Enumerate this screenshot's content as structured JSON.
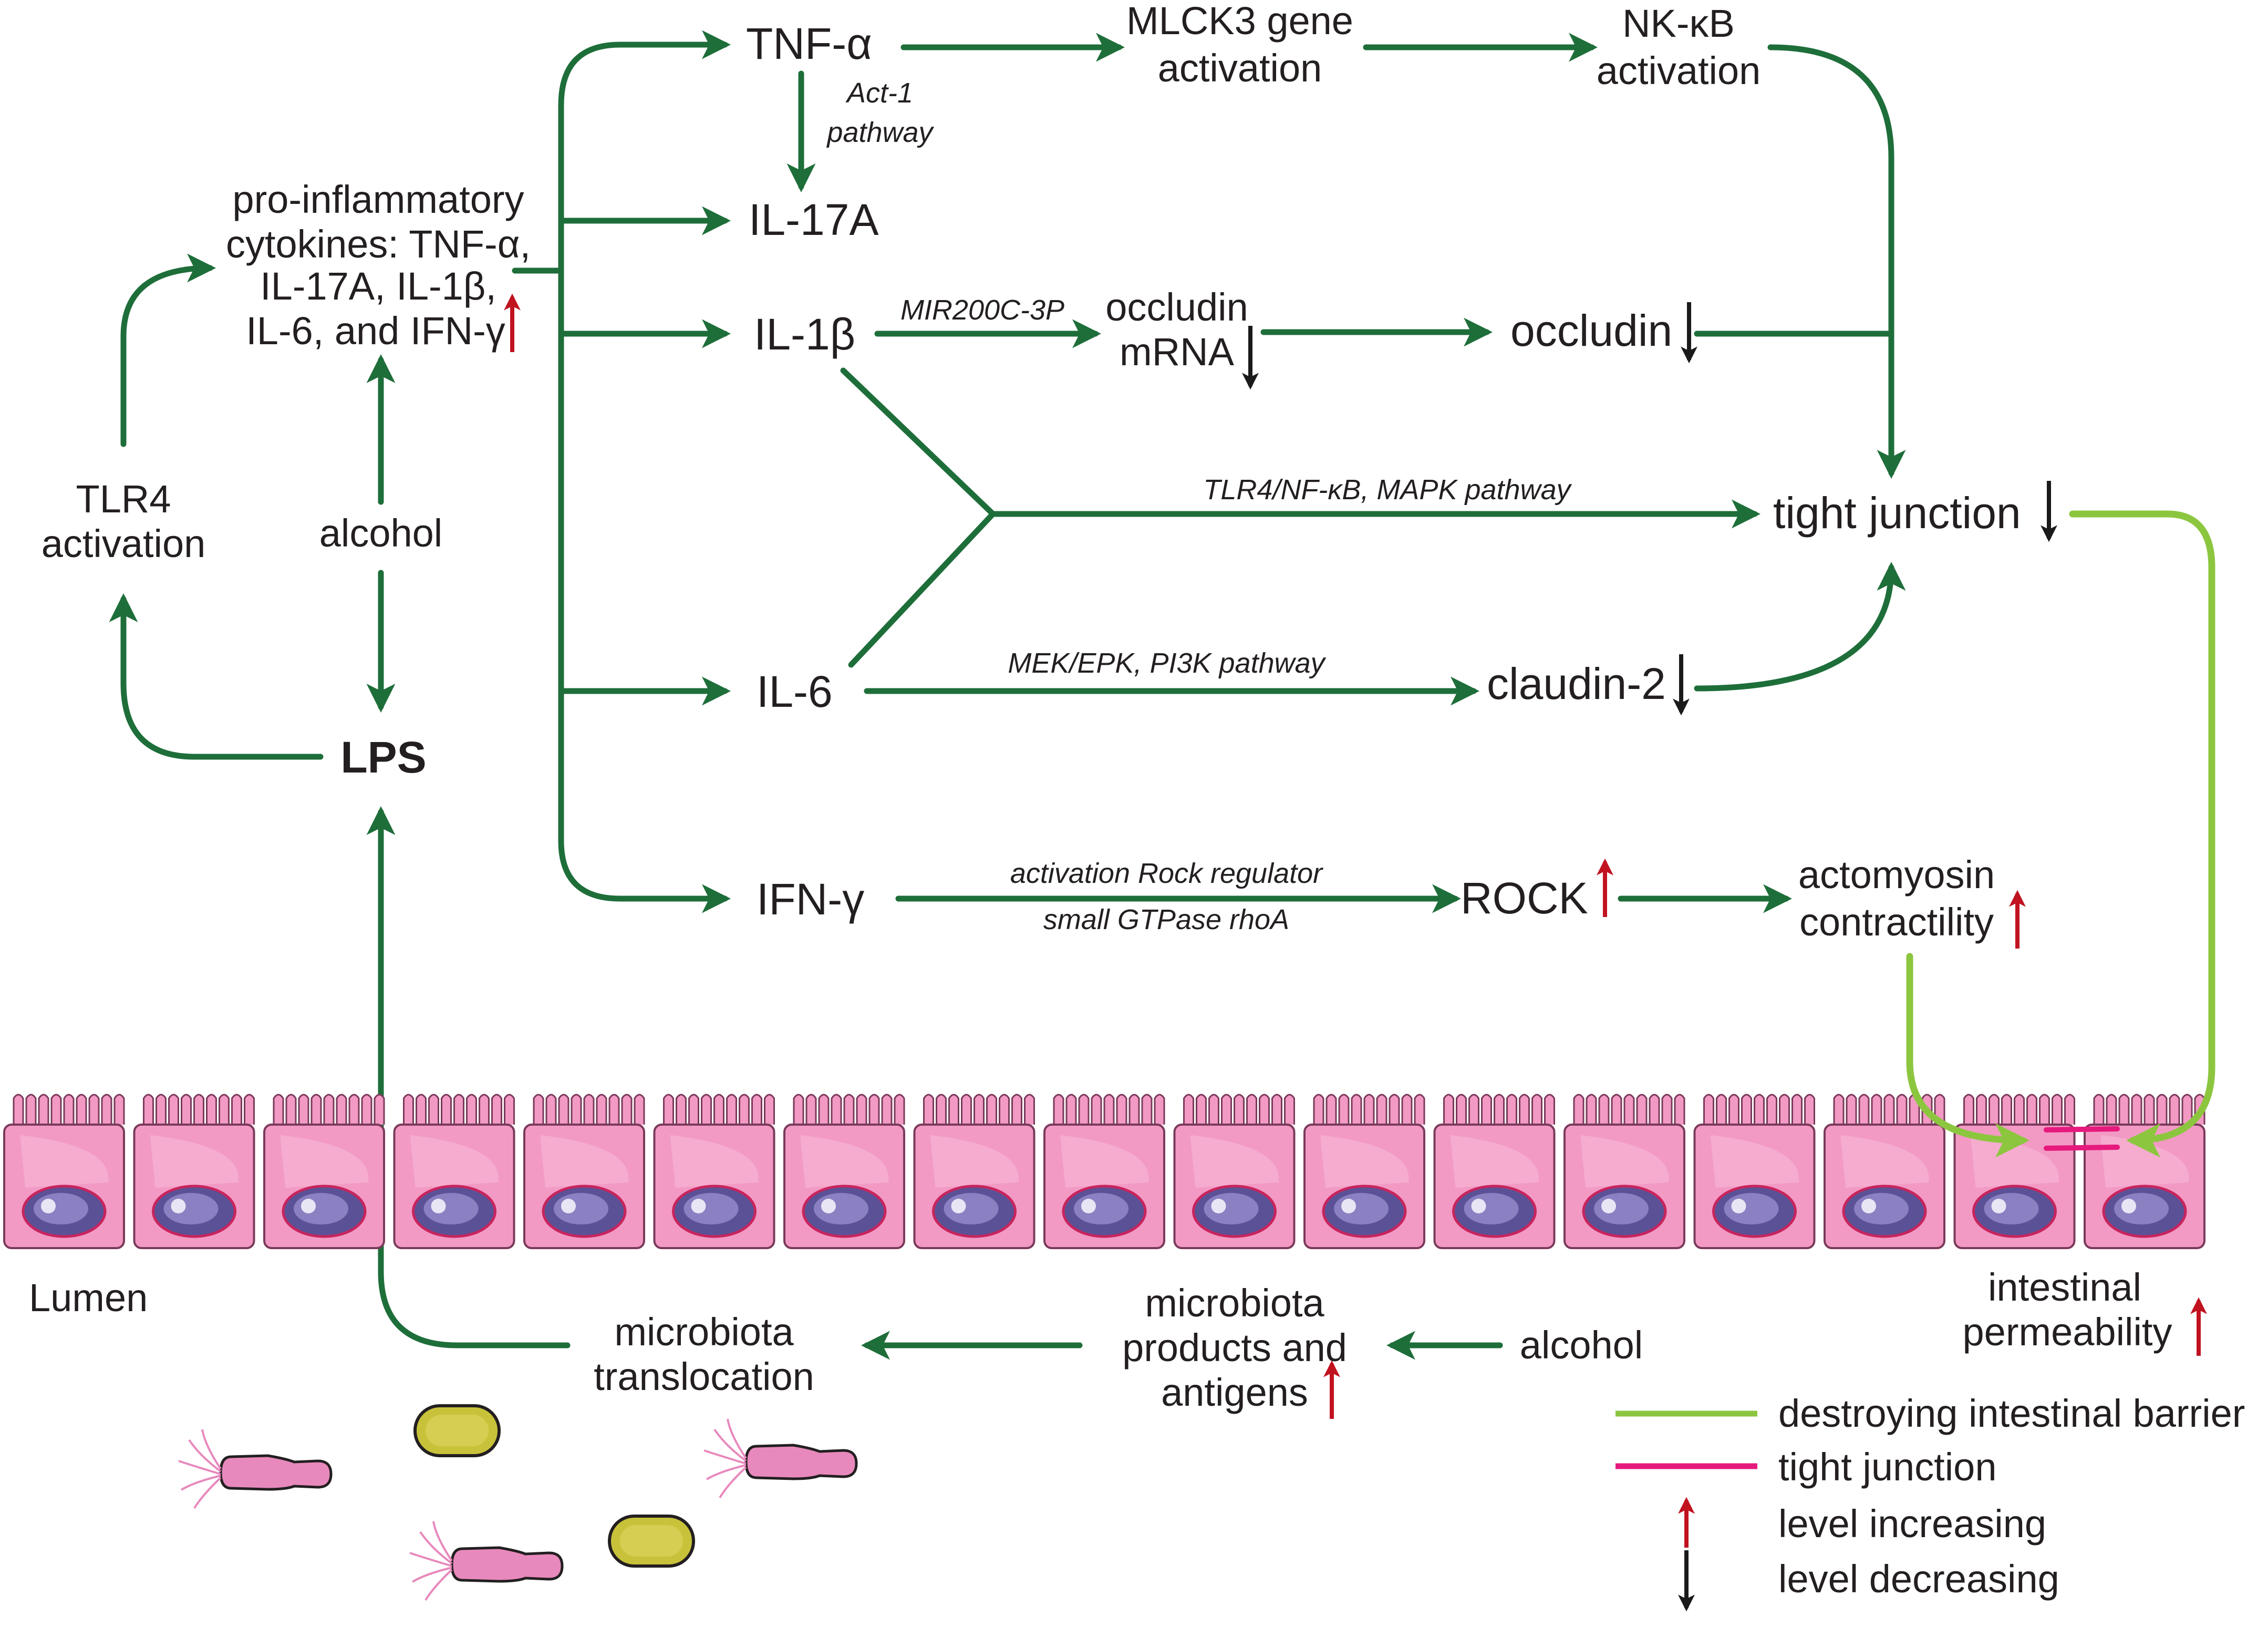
{
  "colors": {
    "arrow_dark_green": "#1e6e3a",
    "arrow_light_green": "#8cc63f",
    "tight_junction_line": "#e6197d",
    "arrow_up_red": "#c1121f",
    "arrow_down_black": "#1a1a1a",
    "cell_pink": "#f29ac4",
    "nucleus_purple": "#5b5196",
    "bacteria_pink": "#e889bd",
    "bacteria_yellow": "#c8c23b"
  },
  "labels": {
    "tnf": "TNF-α",
    "mlck3_1": "MLCK3 gene",
    "mlck3_2": "activation",
    "nkkb_1": "NK-κB",
    "nkkb_2": "activation",
    "act1_1": "Act-1",
    "act1_2": "pathway",
    "il17a": "IL-17A",
    "cyt_1": "pro-inflammatory",
    "cyt_2": "cytokines: TNF-α,",
    "cyt_3": "IL-17A, IL-1β,",
    "cyt_4": "IL-6, and IFN-γ",
    "il1b": "IL-1β",
    "mir": "MIR200C-3P",
    "occ_mrna_1": "occludin",
    "occ_mrna_2": "mRNA",
    "occludin": "occludin",
    "tlr4_1": "TLR4",
    "tlr4_2": "activation",
    "alcohol_top": "alcohol",
    "tlr4_nfkb": "TLR4/NF-κB, MAPK pathway",
    "tight_junction": "tight junction",
    "lps": "LPS",
    "il6": "IL-6",
    "mek": "MEK/EPK, PI3K pathway",
    "claudin": "claudin-2",
    "ifn": "IFN-γ",
    "rock_reg": "activation Rock regulator",
    "gtpase": "small GTPase rhoA",
    "rock": "ROCK",
    "acto_1": "actomyosin",
    "acto_2": "contractility",
    "lumen": "Lumen",
    "mb_trans_1": "microbiota",
    "mb_trans_2": "translocation",
    "mb_prod_1": "microbiota",
    "mb_prod_2": "products and",
    "mb_prod_3": "antigens",
    "alcohol_bottom": "alcohol",
    "int_perm_1": "intestinal",
    "int_perm_2": "permeability"
  },
  "legend": [
    {
      "symbol": "light-green-line",
      "label": "destroying intestinal barrier"
    },
    {
      "symbol": "pink-line",
      "label": "tight junction"
    },
    {
      "symbol": "red-up-arrow",
      "label": "level increasing"
    },
    {
      "symbol": "black-down-arrow",
      "label": "level decreasing"
    }
  ]
}
